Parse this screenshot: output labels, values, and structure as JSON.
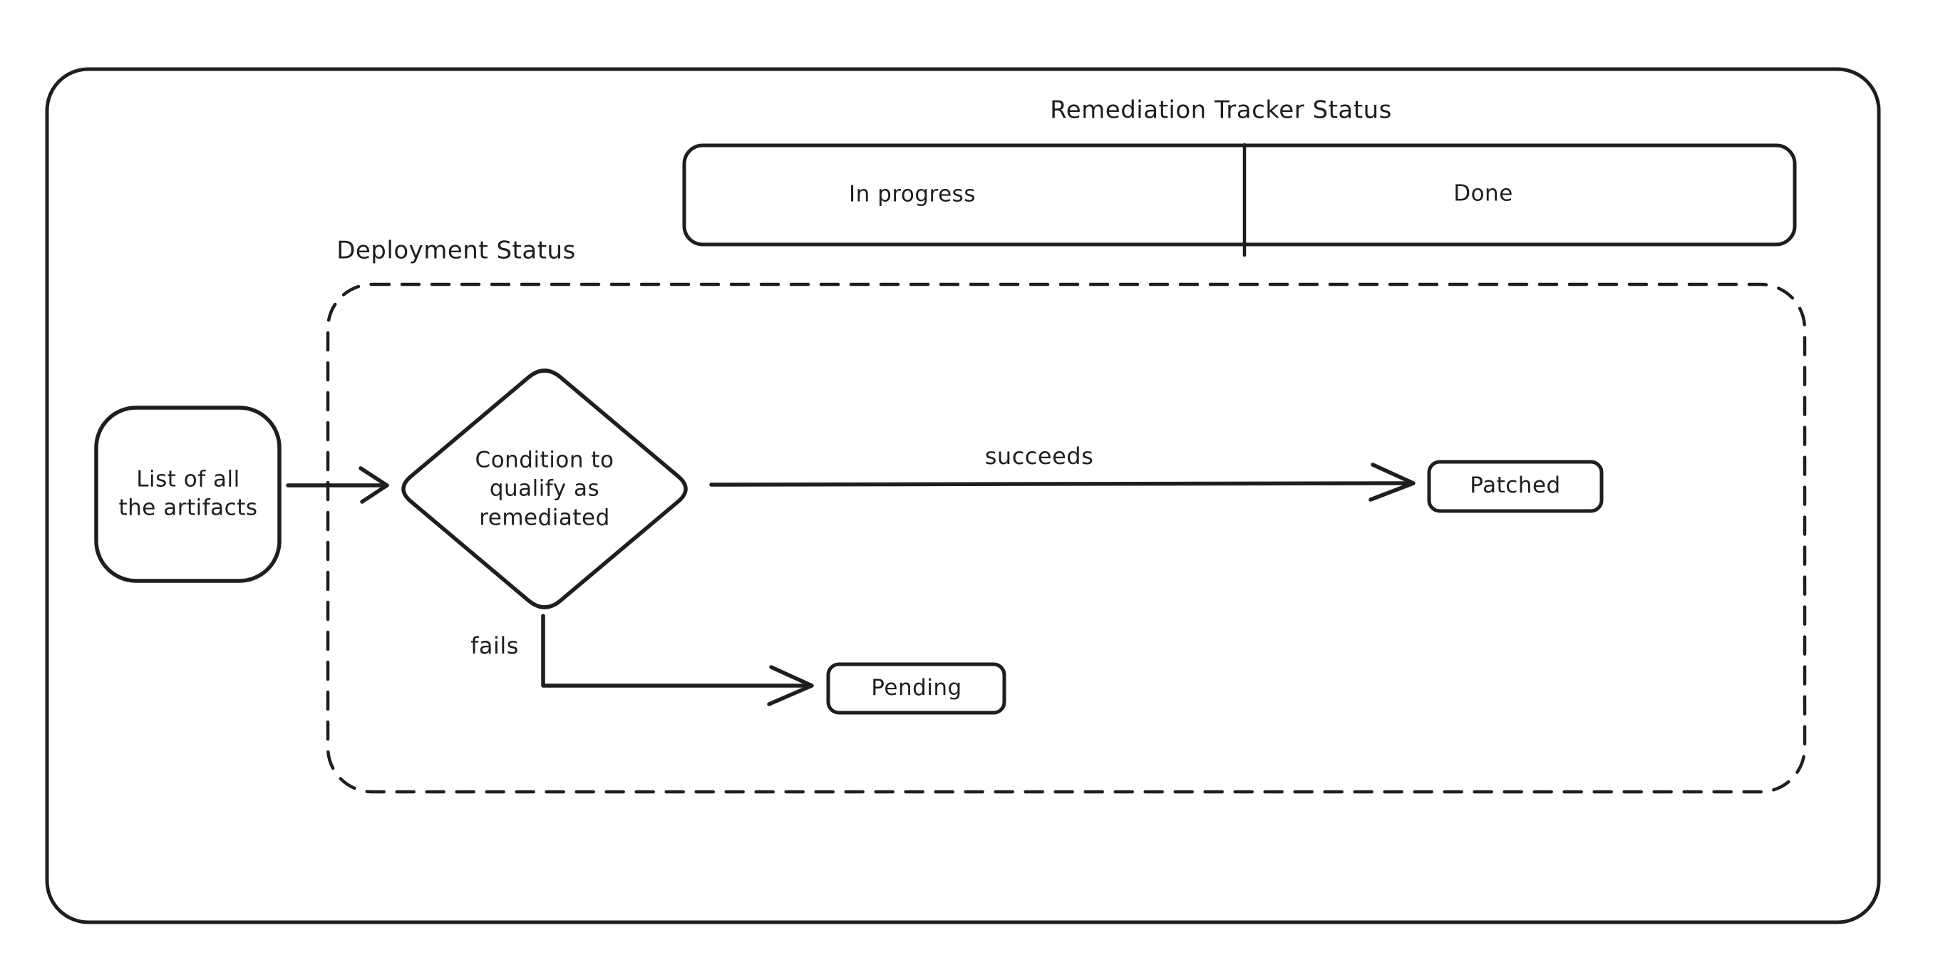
{
  "colors": {
    "stroke": "#1e1e1e",
    "background": "#ffffff"
  },
  "titles": {
    "tracker": "Remediation Tracker Status",
    "deployment": "Deployment Status"
  },
  "tracker": {
    "columns": [
      {
        "label": "In progress"
      },
      {
        "label": "Done"
      }
    ]
  },
  "nodes": {
    "artifacts": {
      "label": "List of all\nthe artifacts"
    },
    "condition": {
      "label": "Condition to\nqualify as\nremediated"
    },
    "patched": {
      "label": "Patched"
    },
    "pending": {
      "label": "Pending"
    }
  },
  "edges": {
    "succeeds": {
      "label": "succeeds"
    },
    "fails": {
      "label": "fails"
    }
  }
}
